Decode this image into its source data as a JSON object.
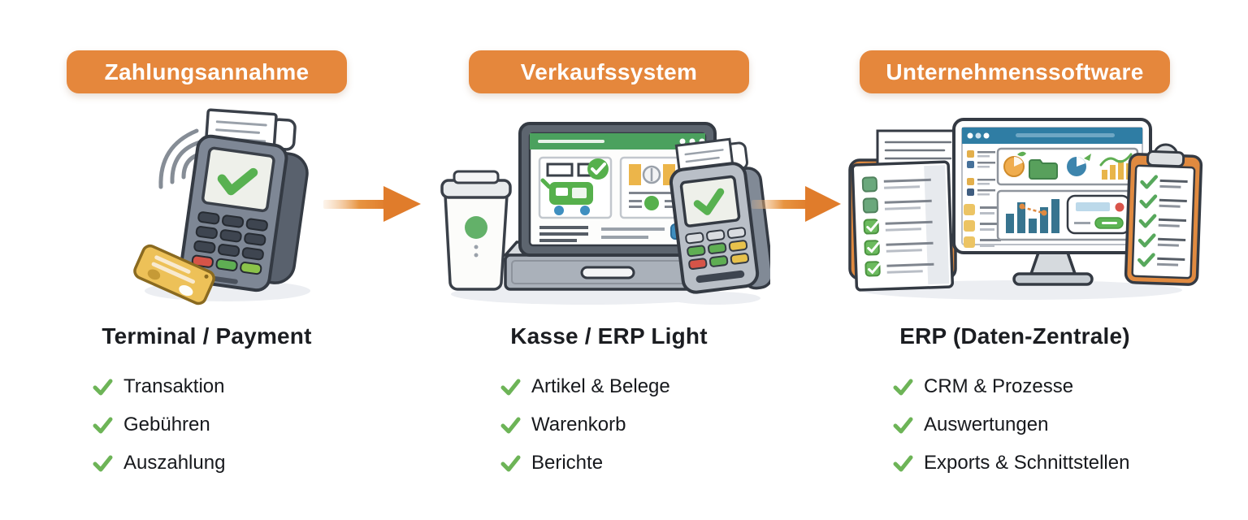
{
  "colors": {
    "badge_orange": "#e5873c",
    "arrow_orange": "#e07c2b",
    "check_green": "#6db457",
    "ui_green": "#56b04c",
    "ui_teal_header": "#2f7da4",
    "ui_blue_button": "#3f8fc0",
    "accent_yellow": "#ecb54a",
    "text_dark": "#1b1d21",
    "background": "#ffffff"
  },
  "icons": {
    "check": "✔",
    "arrow_right": "➔"
  },
  "columns": [
    {
      "badge": "Zahlungsannahme",
      "title": "Terminal / Payment",
      "illustration": "payment-terminal-with-receipt-contactless-waves-and-card",
      "items": [
        "Transaktion",
        "Gebühren",
        "Auszahlung"
      ]
    },
    {
      "badge": "Verkaufssystem",
      "title": "Kasse / ERP Light",
      "illustration": "pos-monitor-cash-drawer-coffee-cup-and-card-terminal",
      "items": [
        "Artikel & Belege",
        "Warenkorb",
        "Berichte"
      ]
    },
    {
      "badge": "Unternehmenssoftware",
      "title": "ERP (Daten-Zentrale)",
      "illustration": "erp-dashboard-monitor-documents-and-clipboard-checklist",
      "items": [
        "CRM & Prozesse",
        "Auswertungen",
        "Exports & Schnittstellen"
      ]
    }
  ],
  "arrows": [
    {
      "name": "flow-arrow-1",
      "direction": "right"
    },
    {
      "name": "flow-arrow-2",
      "direction": "right"
    }
  ]
}
